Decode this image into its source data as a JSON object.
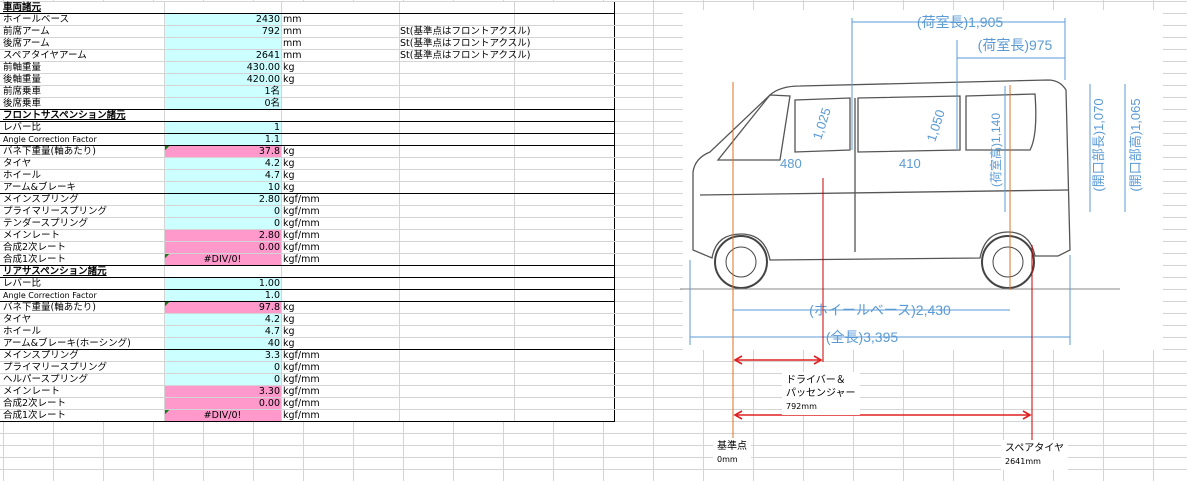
{
  "sheet": {
    "sections": [
      {
        "title": "車両諸元",
        "rows": [
          {
            "label": "ホイールベース",
            "value": "2430",
            "unit": "mm",
            "note": "",
            "fill": "cyan"
          },
          {
            "label": "前席アーム",
            "value": "792",
            "unit": "mm",
            "note": "St(基準点はフロントアクスル)",
            "fill": "cyan"
          },
          {
            "label": "後席アーム",
            "value": "",
            "unit": "mm",
            "note": "St(基準点はフロントアクスル)",
            "fill": "cyan"
          },
          {
            "label": "スペアタイヤアーム",
            "value": "2641",
            "unit": "mm",
            "note": "St(基準点はフロントアクスル)",
            "fill": "cyan"
          },
          {
            "label": "前軸重量",
            "value": "430.00",
            "unit": "kg",
            "note": "",
            "fill": "cyan"
          },
          {
            "label": "後軸重量",
            "value": "420.00",
            "unit": "kg",
            "note": "",
            "fill": "cyan"
          },
          {
            "label": "前席乗車",
            "value": "1名",
            "unit": "",
            "note": "",
            "fill": "cyan"
          },
          {
            "label": "後席乗車",
            "value": "0名",
            "unit": "",
            "note": "",
            "fill": "cyan",
            "end": true
          }
        ]
      },
      {
        "title": "フロントサスペンション諸元",
        "rows": [
          {
            "label": "レバー比",
            "value": "1",
            "unit": "",
            "fill": "cyan",
            "end": true
          },
          {
            "label": "Angle Correction Factor",
            "value": "1.1",
            "unit": "",
            "fill": "cyan",
            "end": true,
            "small": true
          },
          {
            "label": "バネ下重量(軸あたり)",
            "value": "37.8",
            "unit": "kg",
            "fill": "pink",
            "tri": true
          },
          {
            "label": "タイヤ",
            "value": "4.2",
            "unit": "kg",
            "fill": "cyan"
          },
          {
            "label": "ホイール",
            "value": "4.7",
            "unit": "kg",
            "fill": "cyan"
          },
          {
            "label": "アーム&ブレーキ",
            "value": "10",
            "unit": "kg",
            "fill": "cyan",
            "end": true
          },
          {
            "label": "メインスプリング",
            "value": "2.80",
            "unit": "kgf/mm",
            "fill": "cyan"
          },
          {
            "label": "プライマリースプリング",
            "value": "0",
            "unit": "kgf/mm",
            "fill": "cyan"
          },
          {
            "label": "テンダースプリング",
            "value": "0",
            "unit": "kgf/mm",
            "fill": "cyan"
          },
          {
            "label": "メインレート",
            "value": "2.80",
            "unit": "kgf/mm",
            "fill": "pink"
          },
          {
            "label": "合成2次レート",
            "value": "0.00",
            "unit": "kgf/mm",
            "fill": "pink"
          },
          {
            "label": "合成1次レート",
            "value": "#DIV/0!",
            "unit": "kgf/mm",
            "fill": "pink",
            "center": true,
            "tri": true,
            "end": true
          }
        ]
      },
      {
        "title": "リアサスペンション諸元",
        "rows": [
          {
            "label": "レバー比",
            "value": "1.00",
            "unit": "",
            "fill": "cyan",
            "end": true
          },
          {
            "label": "Angle Correction Factor",
            "value": "1.0",
            "unit": "",
            "fill": "cyan",
            "end": true,
            "small": true
          },
          {
            "label": "バネ下重量(軸あたり)",
            "value": "97.8",
            "unit": "kg",
            "fill": "pink",
            "tri": true
          },
          {
            "label": "タイヤ",
            "value": "4.2",
            "unit": "kg",
            "fill": "cyan"
          },
          {
            "label": "ホイール",
            "value": "4.7",
            "unit": "kg",
            "fill": "cyan"
          },
          {
            "label": "アーム&ブレーキ(ホーシング)",
            "value": "40",
            "unit": "kg",
            "fill": "cyan",
            "end": true
          },
          {
            "label": "メインスプリング",
            "value": "3.3",
            "unit": "kgf/mm",
            "fill": "cyan"
          },
          {
            "label": "プライマリースプリング",
            "value": "0",
            "unit": "kgf/mm",
            "fill": "cyan"
          },
          {
            "label": "ヘルパースプリング",
            "value": "0",
            "unit": "kgf/mm",
            "fill": "cyan"
          },
          {
            "label": "メインレート",
            "value": "3.30",
            "unit": "kgf/mm",
            "fill": "pink"
          },
          {
            "label": "合成2次レート",
            "value": "0.00",
            "unit": "kgf/mm",
            "fill": "pink"
          },
          {
            "label": "合成1次レート",
            "value": "#DIV/0!",
            "unit": "kgf/mm",
            "fill": "pink",
            "center": true,
            "tri": true,
            "end": true
          }
        ]
      }
    ]
  },
  "drawing": {
    "dims": {
      "cargo_long": "(荷室長)1,905",
      "cargo_short": "(荷室長)975",
      "wheelbase": "(ホイールベース)2,430",
      "overall": "(全長)3,395",
      "opening_len": "(開口部長)1,070",
      "opening_h": "(開口部高)1,065",
      "cargo_h": "(荷室高)1,140",
      "d1025": "1,025",
      "d1050": "1,050",
      "d480": "480",
      "d410": "410"
    },
    "colors": {
      "dim": "#5b9bd5",
      "body": "#555555",
      "axle": "#e07020",
      "marker": "#cc0000"
    }
  },
  "annotations": {
    "driver": {
      "line1": "ドライバー＆",
      "line2": "パッセンジャー",
      "value": "792mm"
    },
    "origin": {
      "label": "基準点",
      "value": "0mm"
    },
    "spare": {
      "label": "スペアタイヤ",
      "value": "2641mm"
    }
  }
}
